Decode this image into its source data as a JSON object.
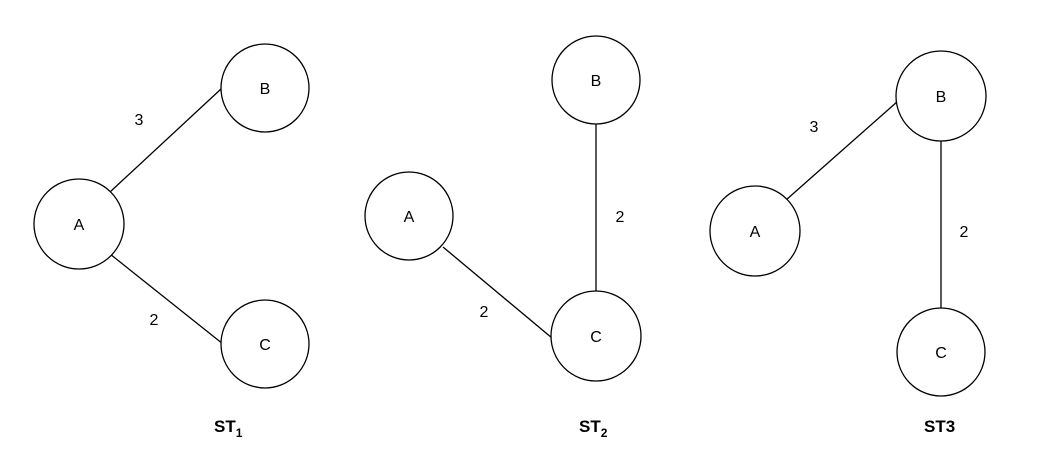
{
  "trees": [
    {
      "caption": "ST",
      "caption_sub": "1",
      "nodes": {
        "A": "A",
        "B": "B",
        "C": "C"
      },
      "edges": [
        {
          "from": "A",
          "to": "B",
          "weight": "3"
        },
        {
          "from": "A",
          "to": "C",
          "weight": "2"
        }
      ]
    },
    {
      "caption": "ST",
      "caption_sub": "2",
      "nodes": {
        "A": "A",
        "B": "B",
        "C": "C"
      },
      "edges": [
        {
          "from": "A",
          "to": "C",
          "weight": "2"
        },
        {
          "from": "B",
          "to": "C",
          "weight": "2"
        }
      ]
    },
    {
      "caption": "ST3",
      "caption_sub": "",
      "nodes": {
        "A": "A",
        "B": "B",
        "C": "C"
      },
      "edges": [
        {
          "from": "A",
          "to": "B",
          "weight": "3"
        },
        {
          "from": "B",
          "to": "C",
          "weight": "2"
        }
      ]
    }
  ]
}
